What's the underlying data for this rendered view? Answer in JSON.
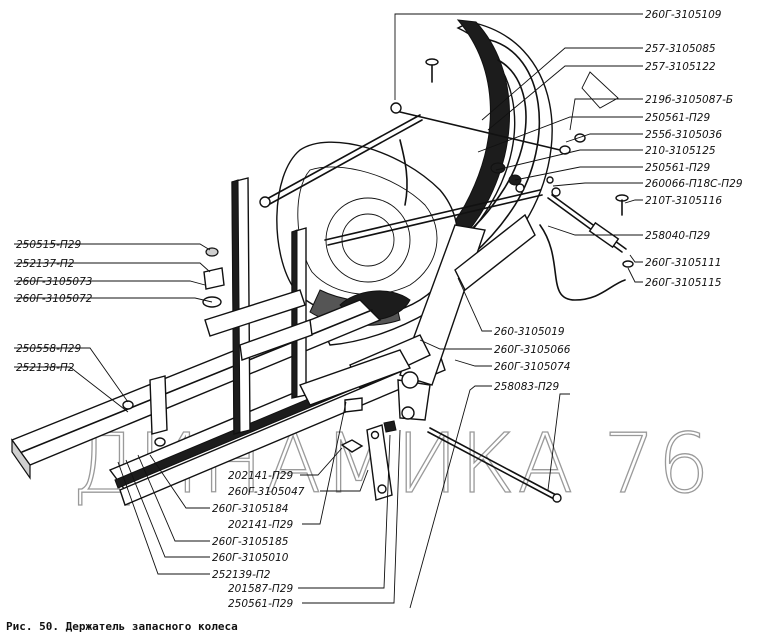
{
  "caption": "Рис. 50. Держатель запасного колеса",
  "watermark": "ДИНАМИКА 76",
  "labels": [
    "260Г-3105109",
    "257-3105085",
    "257-3105122",
    "219б-3105087-Б",
    "250561-П29",
    "255б-3105036",
    "210-3105125",
    "250561-П29",
    "260066-П18С-П29",
    "210Т-3105116",
    "258040-П29",
    "260Г-3105111",
    "260Г-3105115",
    "250515-П29",
    "252137-П2",
    "260Г-3105073",
    "260Г-3105072",
    "260-3105019",
    "260Г-3105066",
    "260Г-3105074",
    "258083-П29",
    "250558-П29",
    "252138-П2",
    "202141-П29",
    "260Г-3105047",
    "260Г-3105184",
    "202141-П29",
    "260Г-3105185",
    "260Г-3105010",
    "252139-П2",
    "201587-П29",
    "250561-П29"
  ]
}
